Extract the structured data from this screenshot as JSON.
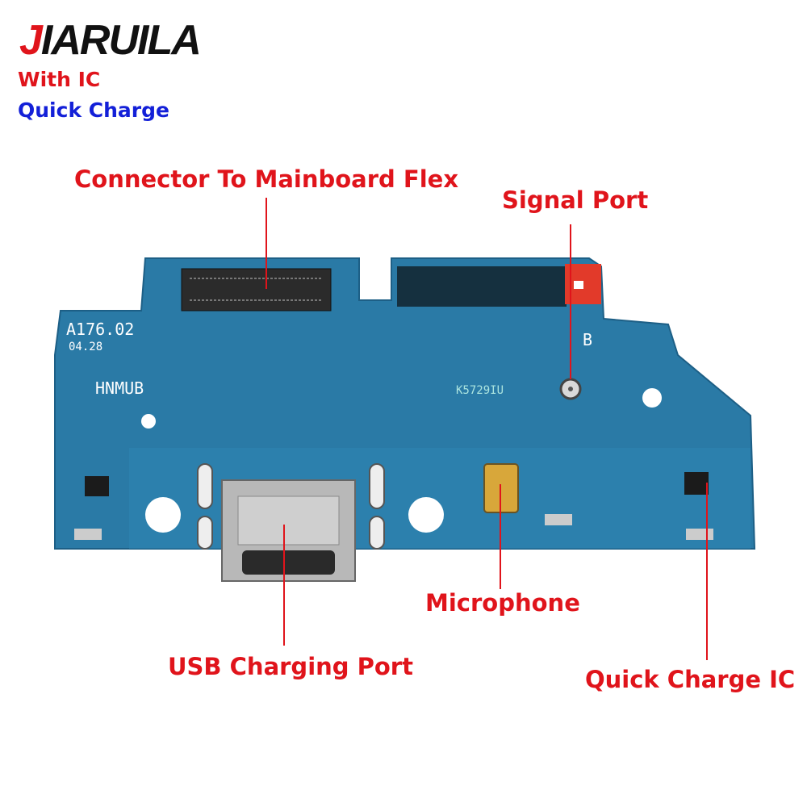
{
  "brand": {
    "first_letter": "J",
    "rest": "IARUILA"
  },
  "tags": {
    "with_ic": "With IC",
    "quick_charge": "Quick Charge"
  },
  "labels": {
    "connector": "Connector To Mainboard Flex",
    "signal_port": "Signal Port",
    "microphone": "Microphone",
    "usb_port": "USB Charging Port",
    "quick_charge_ic": "Quick Charge IC"
  },
  "silkscreen": {
    "model": "A176.02",
    "date": "04.28",
    "code": "HNMUB",
    "marker": "B",
    "chip": "K5729IU"
  },
  "colors": {
    "label_red": "#e0141b",
    "tag_blue": "#1320d8",
    "pcb_blue": "#2a7aa6"
  }
}
